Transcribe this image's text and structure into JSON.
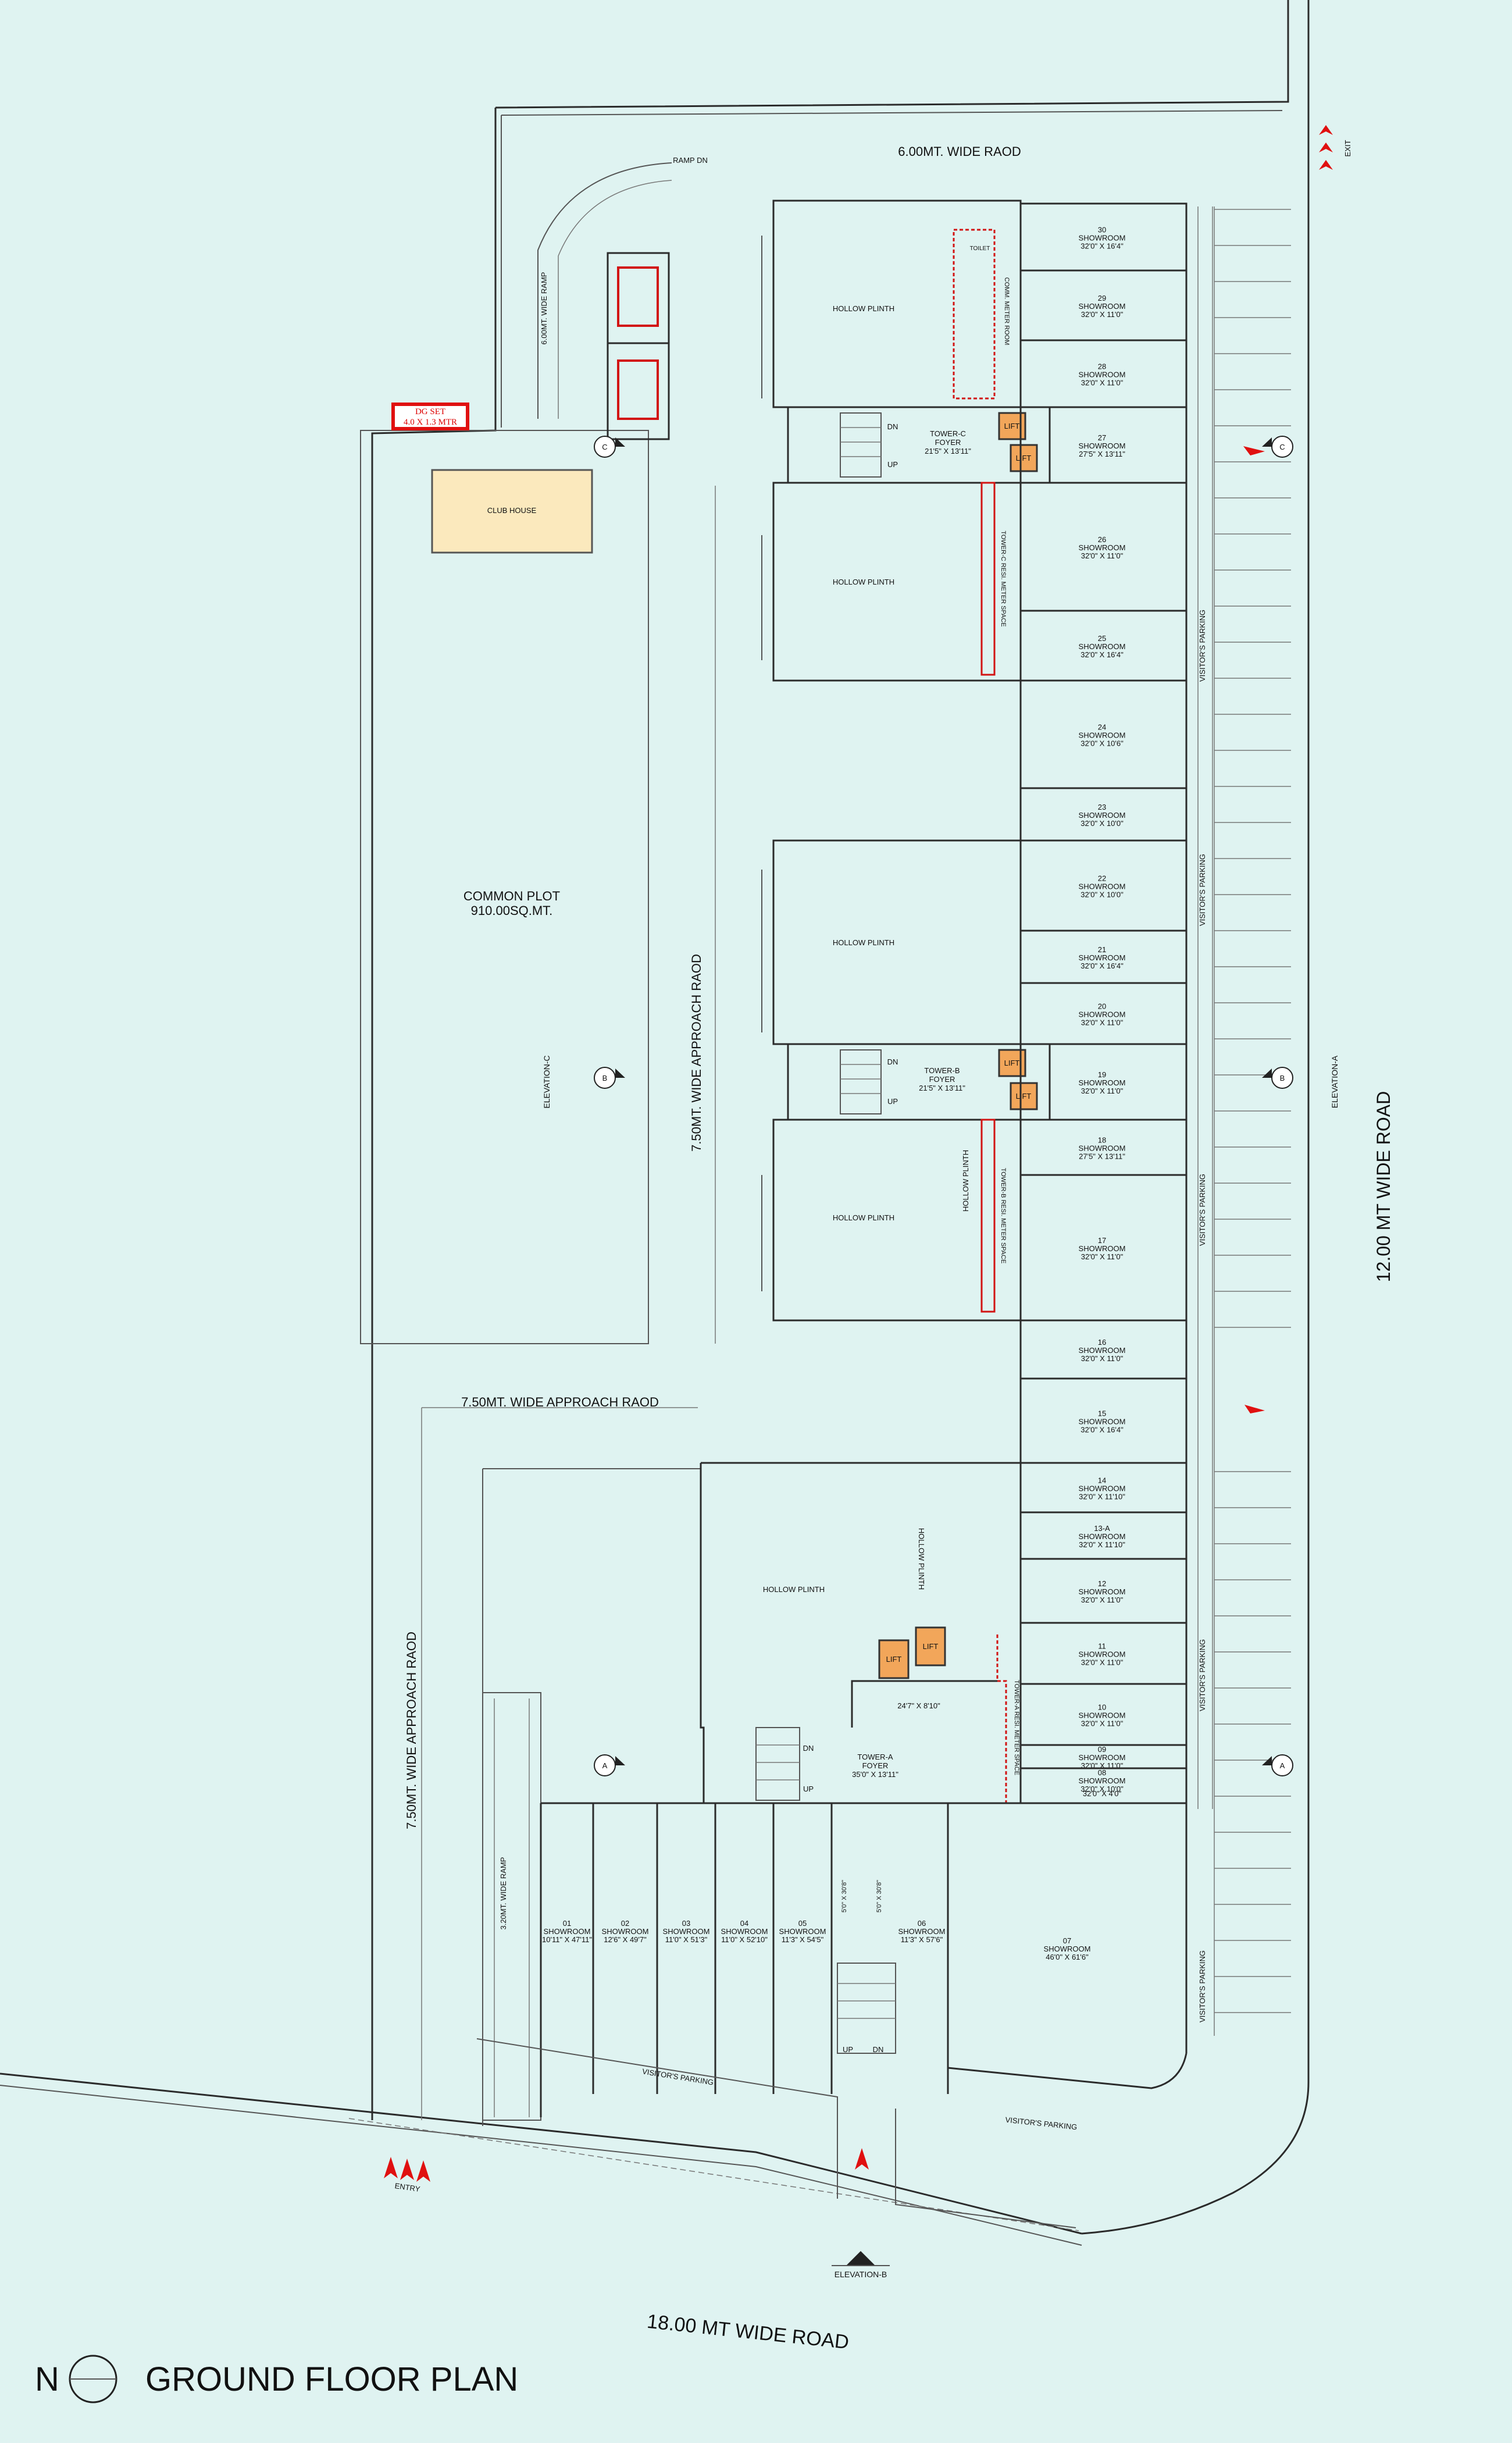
{
  "plan": {
    "title": "GROUND FLOOR PLAN",
    "north": "N",
    "roads": {
      "top": "6.00MT. WIDE RAOD",
      "right": "12.00 MT WIDE ROAD",
      "bottom": "18.00 MT WIDE ROAD",
      "approach_vertical": "7.50MT. WIDE APPROACH RAOD",
      "approach_horizontal": "7.50MT. WIDE APPROACH RAOD",
      "approach_left": "7.50MT. WIDE APPROACH RAOD"
    },
    "common_plot": {
      "name": "COMMON PLOT",
      "area": "910.00SQ.MT."
    },
    "club_house": "CLUB HOUSE",
    "dg_set": {
      "line1": "DG SET",
      "line2": "4.0 X 1.3 MTR"
    },
    "ramp_dn": "RAMP DN",
    "ramp_wide": "6.00MT. WIDE RAMP",
    "ramp_small": "3.20MT. WIDE RAMP",
    "entry": "ENTRY",
    "exit": "EXIT",
    "visitors_parking": "VISITOR'S PARKING",
    "hollow_plinth": "HOLLOW PLINTH",
    "lift": "LIFT",
    "up": "UP",
    "dn": "DN",
    "towers": [
      {
        "line1": "TOWER-C",
        "line2": "FOYER",
        "line3": "21'5\" X 13'11\""
      },
      {
        "line1": "TOWER-B",
        "line2": "FOYER",
        "line3": "21'5\" X 13'11\""
      },
      {
        "line1": "TOWER-A",
        "line2": "FOYER",
        "line3": "35'0\" X 13'11\""
      }
    ],
    "tower_a_room": "24'7\" X 8'10\"",
    "meter_space": {
      "c": "TOWER-C RESI. METER SPACE",
      "b": "TOWER-B RESI. METER SPACE",
      "a": "TOWER-A RESI. METER SPACE",
      "comm": "COMM. METER ROOM"
    },
    "small_room": "32'0\" X 4'0\"",
    "elevations": {
      "a": "ELEVATION-A",
      "b": "ELEVATION-B",
      "c": "ELEVATION-C",
      "marker_a": "A",
      "marker_b": "B",
      "marker_c": "C"
    },
    "stair_dims": "5'0\" X 30'8\"",
    "showroom_word": "SHOWROOM",
    "showrooms_right": [
      {
        "no": "30",
        "size": "32'0\" X 16'4\""
      },
      {
        "no": "29",
        "size": "32'0\" X 11'0\""
      },
      {
        "no": "28",
        "size": "32'0\" X 11'0\""
      },
      {
        "no": "27",
        "size": "27'5\" X 13'11\""
      },
      {
        "no": "26",
        "size": "32'0\" X 11'0\""
      },
      {
        "no": "25",
        "size": "32'0\" X 16'4\""
      },
      {
        "no": "24",
        "size": "32'0\" X 10'6\""
      },
      {
        "no": "23",
        "size": "32'0\" X 10'0\""
      },
      {
        "no": "22",
        "size": "32'0\" X 10'0\""
      },
      {
        "no": "21",
        "size": "32'0\" X 16'4\""
      },
      {
        "no": "20",
        "size": "32'0\" X 11'0\""
      },
      {
        "no": "19",
        "size": "32'0\" X 11'0\""
      },
      {
        "no": "18",
        "size": "27'5\" X 13'11\""
      },
      {
        "no": "17",
        "size": "32'0\" X 11'0\""
      },
      {
        "no": "16",
        "size": "32'0\" X 11'0\""
      },
      {
        "no": "15",
        "size": "32'0\" X 16'4\""
      },
      {
        "no": "14",
        "size": "32'0\" X 11'10\""
      },
      {
        "no": "13-A",
        "size": "32'0\" X 11'10\""
      },
      {
        "no": "12",
        "size": "32'0\" X 11'0\""
      },
      {
        "no": "11",
        "size": "32'0\" X 11'0\""
      },
      {
        "no": "10",
        "size": "32'0\" X 11'0\""
      },
      {
        "no": "09",
        "size": "32'0\" X 11'0\""
      },
      {
        "no": "08",
        "size": "32'0\" X 10'0\""
      }
    ],
    "showrooms_bottom": [
      {
        "no": "01",
        "size": "10'11\" X 47'11\""
      },
      {
        "no": "02",
        "size": "12'6\" X 49'7\""
      },
      {
        "no": "03",
        "size": "11'0\" X 51'3\""
      },
      {
        "no": "04",
        "size": "11'0\" X 52'10\""
      },
      {
        "no": "05",
        "size": "11'3\" X 54'5\""
      },
      {
        "no": "06",
        "size": "11'3\" X 57'6\""
      },
      {
        "no": "07",
        "size": "46'0\" X 61'6\""
      }
    ],
    "toilet": "TOILET"
  }
}
